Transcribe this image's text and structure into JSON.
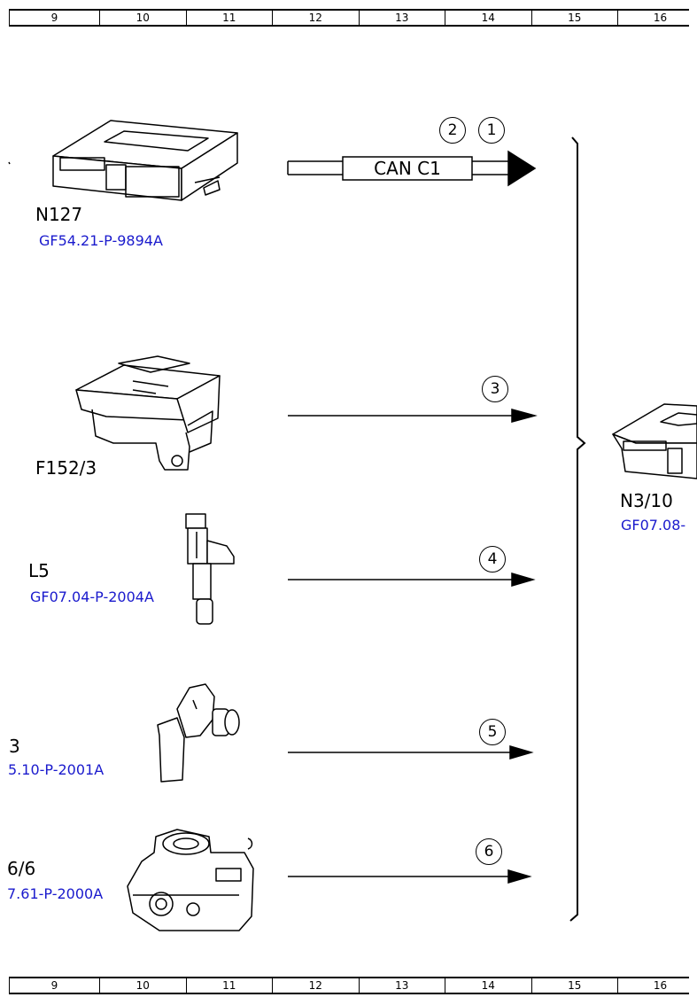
{
  "ruler": {
    "columns": [
      "9",
      "10",
      "11",
      "12",
      "13",
      "14",
      "15",
      "16"
    ]
  },
  "components": [
    {
      "id": "N127",
      "ref": "GF54.21-P-9894A"
    },
    {
      "id": "F152/3",
      "ref": ""
    },
    {
      "id": "L5",
      "ref": "GF07.04-P-2004A"
    },
    {
      "id": "3",
      "ref": "5.10-P-2001A"
    },
    {
      "id": "6/6",
      "ref": "7.61-P-2000A"
    },
    {
      "id": "N3/10",
      "ref": "GF07.08-"
    }
  ],
  "signals": {
    "can_label": "CAN C1",
    "markers": [
      "2",
      "1",
      "3",
      "4",
      "5",
      "6"
    ]
  }
}
